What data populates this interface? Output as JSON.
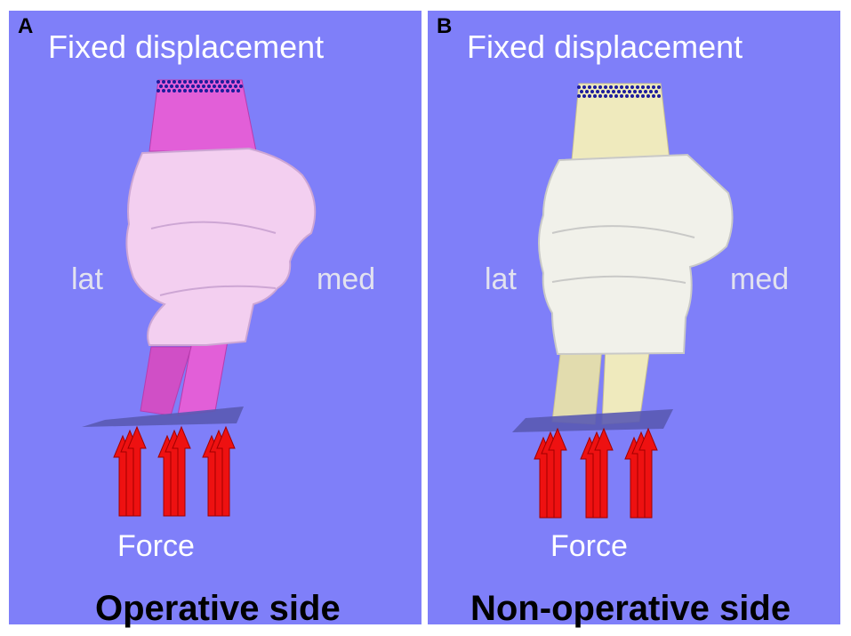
{
  "panels": [
    {
      "letter": "A",
      "top_label": "Fixed displacement",
      "lateral_label": "lat",
      "medial_label": "med",
      "force_label": "Force",
      "bottom_label": "Operative side",
      "colors": {
        "bone": "#e25fd8",
        "bone_dark": "#b83cae",
        "cartilage": "#f3cff0",
        "cartilage_shadow": "#cda6d4"
      }
    },
    {
      "letter": "B",
      "top_label": "Fixed displacement",
      "lateral_label": "lat",
      "medial_label": "med",
      "force_label": "Force",
      "bottom_label": "Non-operative side",
      "colors": {
        "bone": "#efeabd",
        "bone_dark": "#c9c193",
        "cartilage": "#f1f1ea",
        "cartilage_shadow": "#c9c9c7"
      }
    }
  ],
  "colors": {
    "background": "#7f7ff9",
    "arrow": "#ee1111",
    "fixed_points": "#1c1c9c",
    "plate": "#5a5ab2"
  }
}
